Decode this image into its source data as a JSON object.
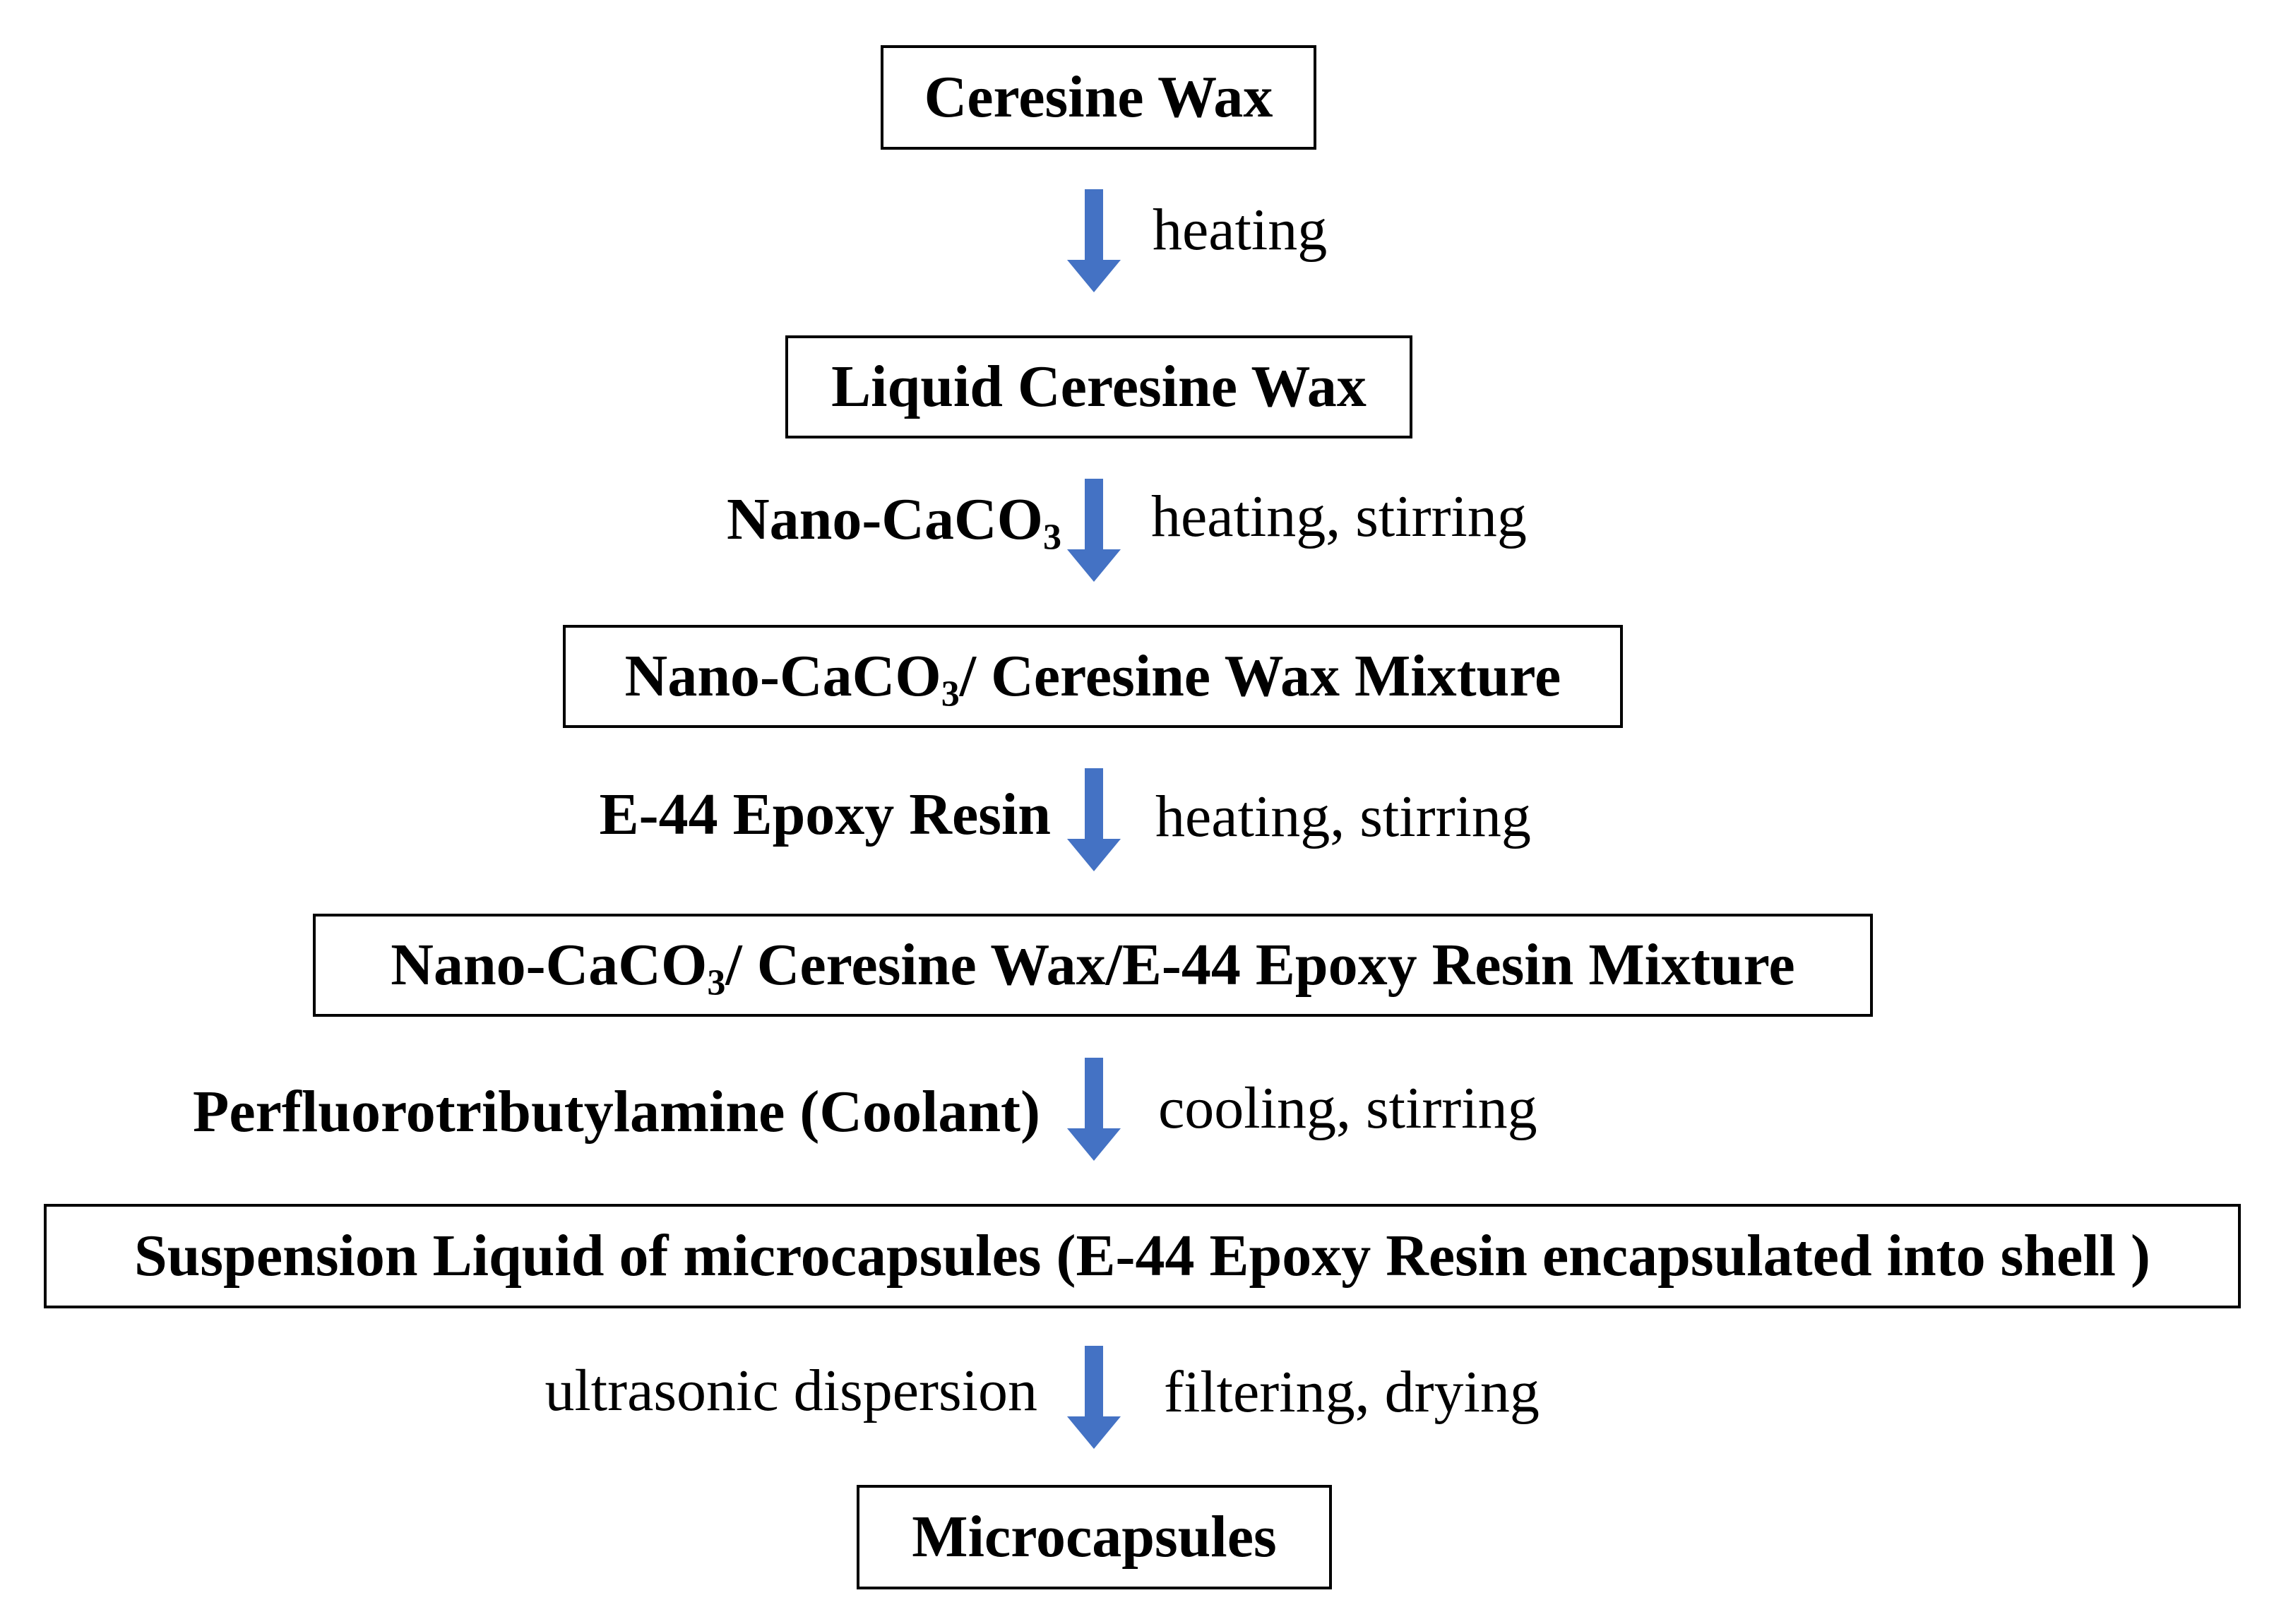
{
  "diagram": {
    "colors": {
      "arrow": "#4472C4",
      "box_border": "#000000",
      "text": "#000000"
    },
    "boxes": [
      {
        "text": "Ceresine Wax"
      },
      {
        "text": "Liquid Ceresine Wax"
      },
      {
        "pre": "Nano-CaCO",
        "sub": "3",
        "post": "/ Ceresine Wax Mixture"
      },
      {
        "pre": "Nano-CaCO",
        "sub": "3",
        "post": "/ Ceresine Wax/E-44 Epoxy Resin Mixture"
      },
      {
        "text": "Suspension Liquid of microcapsules (E-44 Epoxy Resin encapsulated into shell )"
      },
      {
        "text": "Microcapsules"
      }
    ],
    "steps": [
      {
        "left": "",
        "right": "heating"
      },
      {
        "left_pre": "Nano-CaCO",
        "left_sub": "3",
        "right": "heating, stirring"
      },
      {
        "left": "E-44 Epoxy Resin",
        "right": "heating, stirring"
      },
      {
        "left": "Perfluorotributylamine (Coolant)",
        "right": "cooling, stirring"
      },
      {
        "left": "ultrasonic dispersion",
        "right": "filtering, drying"
      }
    ]
  }
}
